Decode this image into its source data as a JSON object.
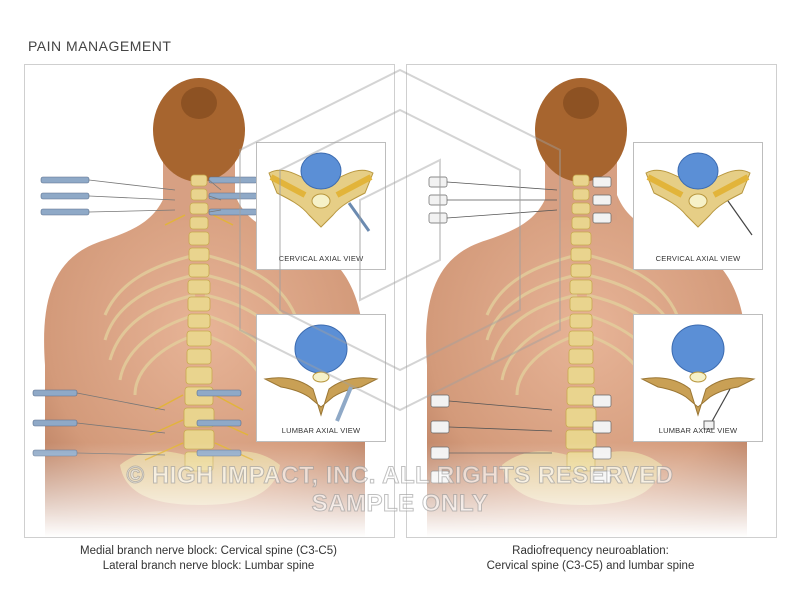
{
  "header": {
    "title": "PAIN MANAGEMENT"
  },
  "left_panel": {
    "inset_top_caption": "CERVICAL AXIAL VIEW",
    "inset_bottom_caption": "LUMBAR AXIAL VIEW",
    "caption_line1": "Medial branch nerve block: Cervical spine (C3-C5)",
    "caption_line2": "Lateral branch nerve block: Lumbar spine"
  },
  "right_panel": {
    "inset_top_caption": "CERVICAL AXIAL VIEW",
    "inset_bottom_caption": "LUMBAR AXIAL VIEW",
    "caption_line1": "Radiofrequency neuroablation:",
    "caption_line2": "Cervical spine (C3-C5) and lumbar spine"
  },
  "watermark": {
    "line1": "© HIGH IMPACT, INC. ALL RIGHTS RESERVED",
    "line2": "SAMPLE ONLY"
  },
  "colors": {
    "skin": "#d9a183",
    "skin_shadow": "#b97e62",
    "hair": "#9a5a2c",
    "bone": "#e8d38f",
    "nerve": "#e2b43a",
    "disc": "#5b8fd6",
    "syringe": "#8fa9c7"
  }
}
